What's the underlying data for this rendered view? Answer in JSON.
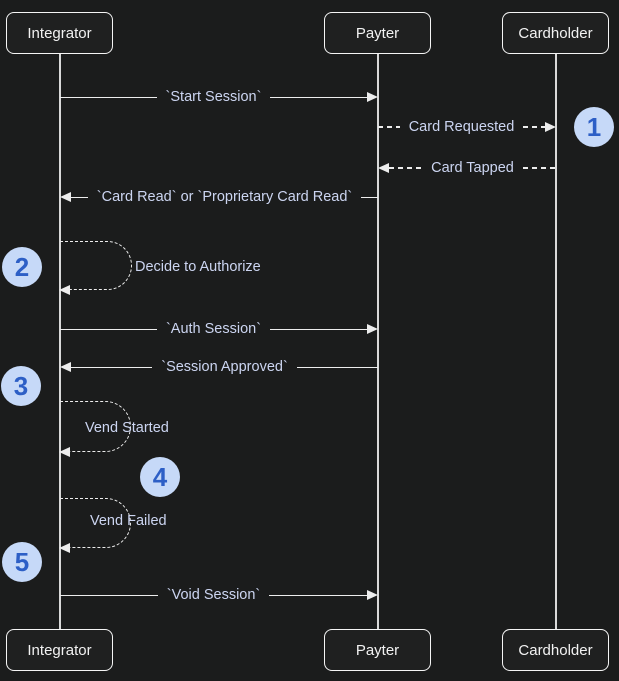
{
  "diagram": {
    "actors": {
      "integrator": "Integrator",
      "payter": "Payter",
      "cardholder": "Cardholder"
    },
    "messages": {
      "start_session": "`Start Session`",
      "card_requested": "Card Requested",
      "card_tapped": "Card Tapped",
      "card_read": "`Card Read` or `Proprietary Card Read`",
      "decide_to_authorize": "Decide to Authorize",
      "auth_session": "`Auth Session`",
      "session_approved": "`Session Approved`",
      "vend_started": "Vend Started",
      "vend_failed": "Vend Failed",
      "void_session": "`Void Session`"
    },
    "badges": {
      "b1": "1",
      "b2": "2",
      "b3": "3",
      "b4": "4",
      "b5": "5"
    },
    "colors": {
      "background": "#1b1c1c",
      "actor_fill": "#1f2020",
      "actor_border": "#f5f5f5",
      "actor_text": "#f2f2f2",
      "message_text": "#ccd5f1",
      "line": "#ededed",
      "badge_fill": "#c6d9f8",
      "badge_text": "#2d5fc6"
    }
  }
}
